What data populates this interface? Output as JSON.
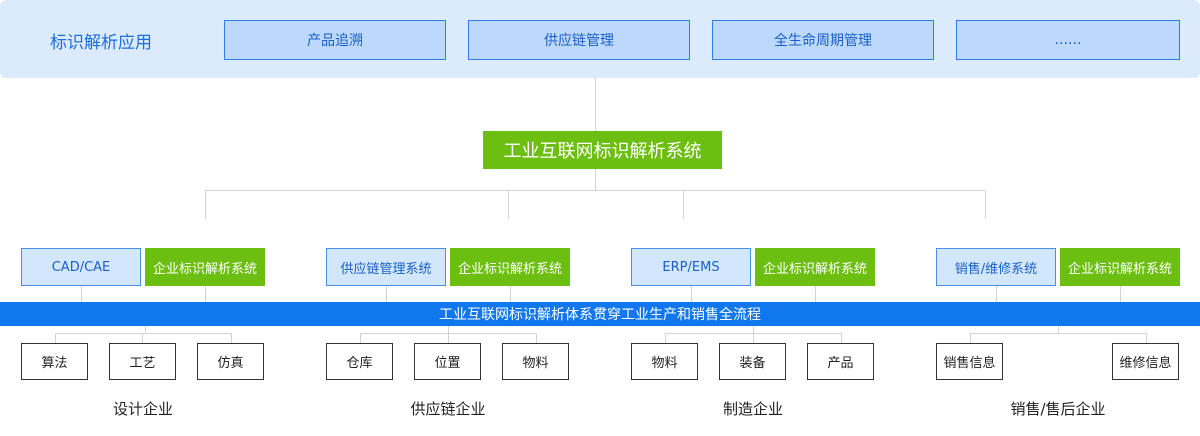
{
  "apps": {
    "title": "标识解析应用",
    "items": [
      "产品追溯",
      "供应链管理",
      "全生命周期管理",
      "......"
    ]
  },
  "center": {
    "label": "工业互联网标识解析系统"
  },
  "band": {
    "label": "工业互联网标识解析体系贯穿工业生产和销售全流程"
  },
  "groups": [
    {
      "system": "CAD/CAE",
      "enterprise_system": "企业标识解析系统",
      "leaves": [
        "算法",
        "工艺",
        "仿真"
      ],
      "label": "设计企业"
    },
    {
      "system": "供应链管理系统",
      "enterprise_system": "企业标识解析系统",
      "leaves": [
        "仓库",
        "位置",
        "物料"
      ],
      "label": "供应链企业"
    },
    {
      "system": "ERP/EMS",
      "enterprise_system": "企业标识解析系统",
      "leaves": [
        "物料",
        "装备",
        "产品"
      ],
      "label": "制造企业"
    },
    {
      "system": "销售/维修系统",
      "enterprise_system": "企业标识解析系统",
      "leaves": [
        "销售信息",
        "维修信息"
      ],
      "label": "销售/售后企业"
    }
  ],
  "colors": {
    "accent_blue": "#1177ee",
    "accent_green": "#6cbf10",
    "top_bg": "#dbeafd"
  }
}
